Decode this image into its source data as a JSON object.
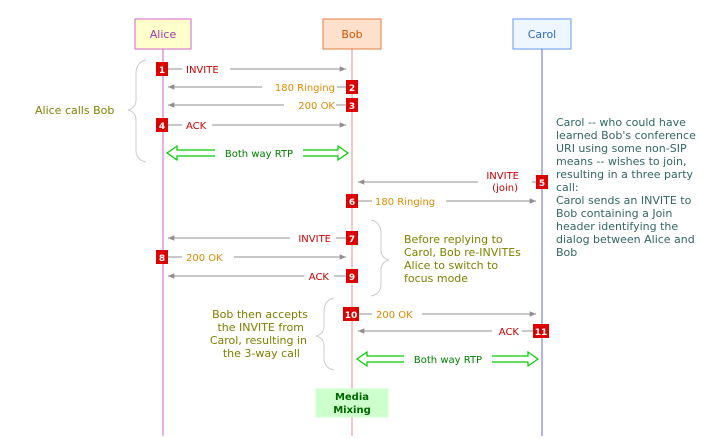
{
  "participants": {
    "alice": "Alice",
    "bob": "Bob",
    "carol": "Carol"
  },
  "messages": {
    "m1": {
      "num": "1",
      "label": "INVITE"
    },
    "m2": {
      "num": "2",
      "label": "180 Ringing"
    },
    "m3": {
      "num": "3",
      "label": "200 OK"
    },
    "m4": {
      "num": "4",
      "label": "ACK"
    },
    "rtp1": "Both way RTP",
    "m5": {
      "num": "5",
      "label_line1": "INVITE",
      "label_line2": "(join)"
    },
    "m6": {
      "num": "6",
      "label": "180 Ringing"
    },
    "m7": {
      "num": "7",
      "label": "INVITE"
    },
    "m8": {
      "num": "8",
      "label": "200 OK"
    },
    "m9": {
      "num": "9",
      "label": "ACK"
    },
    "m10": {
      "num": "10",
      "label": "200 OK"
    },
    "m11": {
      "num": "11",
      "label": "ACK"
    },
    "rtp2": "Both way RTP"
  },
  "annotations": {
    "alice_calls_bob": "Alice calls Bob",
    "carol_note": [
      "Carol -- who could have",
      "learned Bob's conference",
      "URI using some non-SIP",
      "means -- wishes to join,",
      "resulting in a three party",
      "call:",
      "Carol sends an INVITE to",
      "Bob containing a Join",
      "header identifying the",
      "dialog between Alice and",
      "Bob"
    ],
    "reinvite_note": [
      "Before replying to",
      "Carol, Bob re-INVITEs",
      "Alice to switch to",
      "focus mode"
    ],
    "accept_note": [
      "Bob then accepts",
      "the INVITE from",
      "Carol, resulting in",
      "the 3-way call"
    ]
  },
  "media_mixing": [
    "Media",
    "Mixing"
  ],
  "colors": {
    "alice_box_border": "#cc66cc",
    "alice_box_fill": "#ffffcc",
    "bob_box_border": "#e08040",
    "bob_box_fill": "#ffe0cc",
    "carol_box_border": "#6699ee",
    "carol_box_fill": "#eef6ff",
    "alice_line": "#cc66cc",
    "bob_line": "#e09090",
    "carol_line": "#6666ee",
    "arrow": "#909090",
    "number_badge": "#dd0000",
    "rtp_arrow": "#00cc00",
    "media_mixing_fill": "#ccffcc",
    "annotation_text": "#808000"
  }
}
